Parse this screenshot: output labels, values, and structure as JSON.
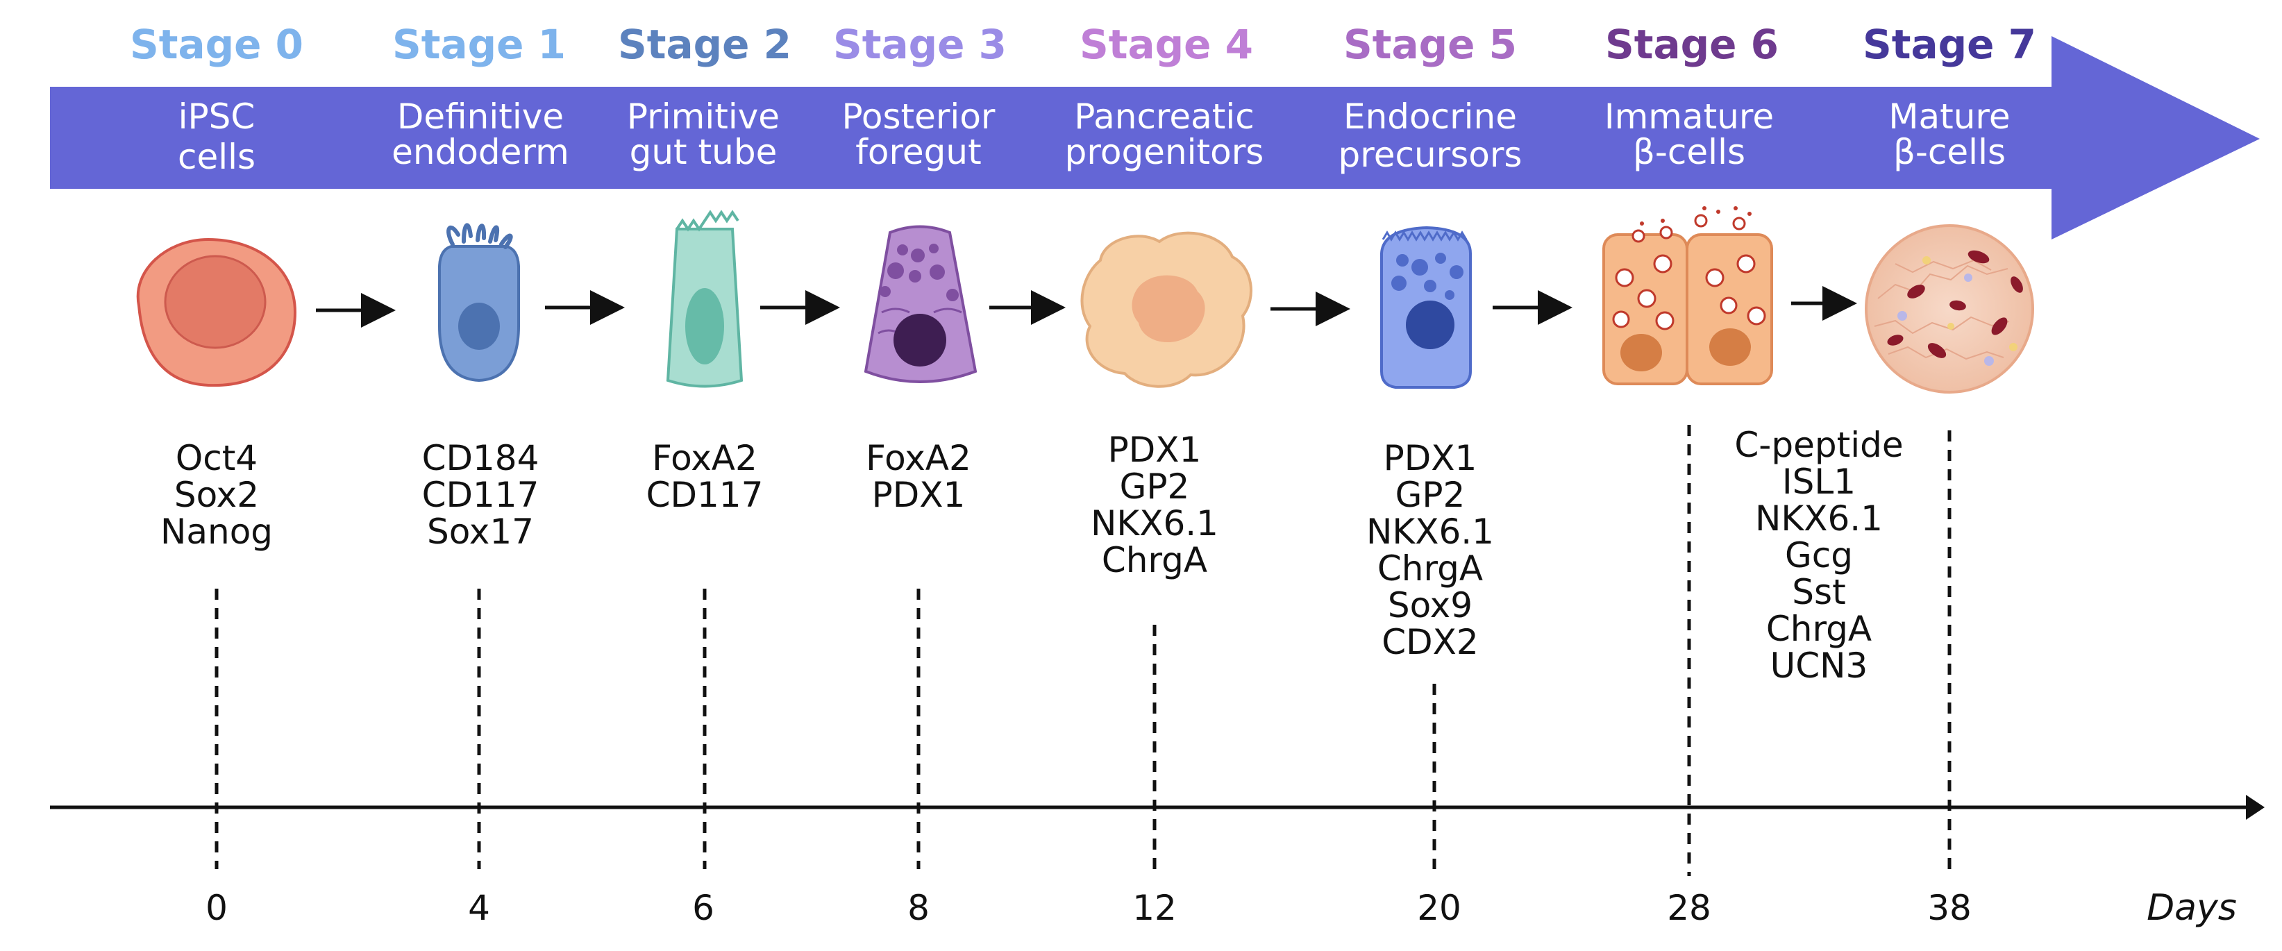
{
  "colors": {
    "banner": "#6466D6",
    "axis": "#111111"
  },
  "stages": [
    {
      "title": "Stage 0",
      "color": "#7EB3EC",
      "desc": [
        "iPSC",
        "cells"
      ],
      "icon": "ipsc-cell-icon",
      "markers": [
        "Oct4",
        "Sox2",
        "Nanog"
      ],
      "day": "0"
    },
    {
      "title": "Stage 1",
      "color": "#7EB3EC",
      "desc": [
        "Definitive",
        "endoderm"
      ],
      "icon": "endoderm-cell-icon",
      "markers": [
        "CD184",
        "CD117",
        "Sox17"
      ],
      "day": "4"
    },
    {
      "title": "Stage 2",
      "color": "#5C82BE",
      "desc": [
        "Primitive",
        "gut tube"
      ],
      "icon": "gut-tube-cell-icon",
      "markers": [
        "FoxA2",
        "CD117"
      ],
      "day": "6"
    },
    {
      "title": "Stage 3",
      "color": "#9A8CE6",
      "desc": [
        "Posterior",
        "foregut"
      ],
      "icon": "foregut-cell-icon",
      "markers": [
        "FoxA2",
        "PDX1"
      ],
      "day": "8"
    },
    {
      "title": "Stage 4",
      "color": "#BF7FD6",
      "desc": [
        "Pancreatic",
        "progenitors"
      ],
      "icon": "pancreatic-progenitor-cell-icon",
      "markers": [
        "PDX1",
        "GP2",
        "NKX6.1",
        "ChrgA"
      ],
      "day": "12"
    },
    {
      "title": "Stage 5",
      "color": "#A86CC4",
      "desc": [
        "Endocrine",
        "precursors"
      ],
      "icon": "endocrine-precursor-cell-icon",
      "markers": [
        "PDX1",
        "GP2",
        "NKX6.1",
        "ChrgA",
        "Sox9",
        "CDX2"
      ],
      "day": "20"
    },
    {
      "title": "Stage 6",
      "color": "#6E3A8E",
      "desc": [
        "Immature",
        "β-cells"
      ],
      "icon": "immature-beta-cells-icon",
      "markers": [],
      "day": "28"
    },
    {
      "title": "Stage 7",
      "color": "#45389A",
      "desc": [
        "Mature",
        "β-cells"
      ],
      "icon": "mature-islet-icon",
      "markers": [],
      "day": "38"
    }
  ],
  "shared_markers": [
    "C-peptide",
    "ISL1",
    "NKX6.1",
    "Gcg",
    "Sst",
    "ChrgA",
    "UCN3"
  ],
  "axis_label": "Days"
}
